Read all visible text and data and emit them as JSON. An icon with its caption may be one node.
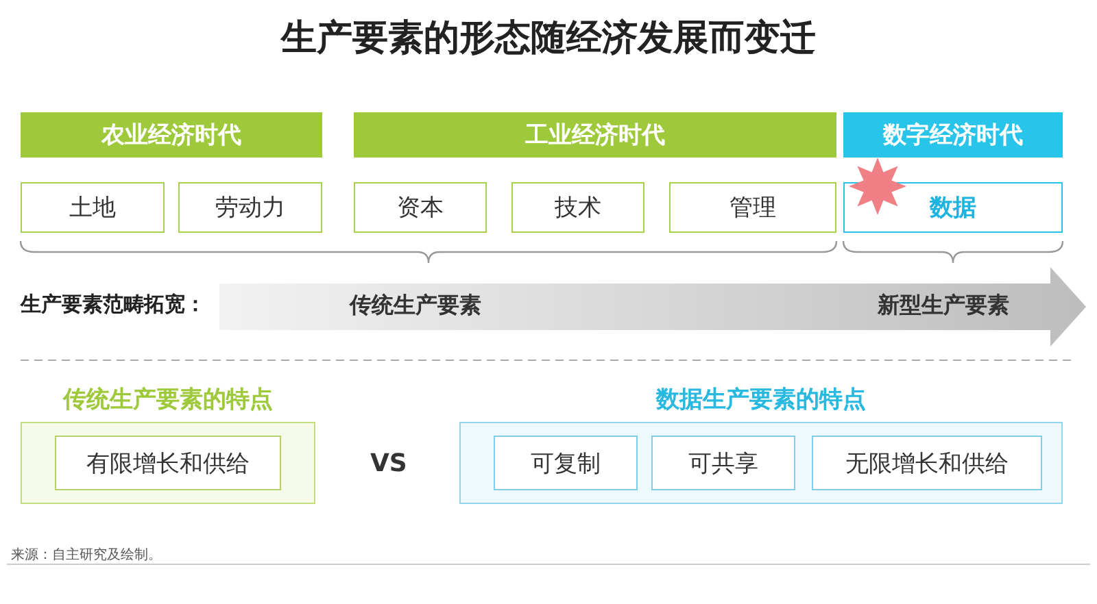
{
  "diagram": {
    "title": "生产要素的形态随经济发展而变迁",
    "nodes": [
      {
        "text": [
          "农业经济时代"
        ]
      },
      {
        "text": [
          "工业经济时代"
        ]
      },
      {
        "text": [
          "数字经济时代"
        ]
      },
      {
        "text": [
          "土地"
        ]
      },
      {
        "text": [
          "劳动力"
        ]
      },
      {
        "text": [
          "资本"
        ]
      },
      {
        "text": [
          "技术"
        ]
      },
      {
        "text": [
          "管理"
        ]
      },
      {
        "text": [
          "数据"
        ]
      },
      {
        "text": [
          "传统生产要素",
          "新型生产要素"
        ]
      },
      {
        "text": [
          "传统生产要素的特点"
        ]
      },
      {
        "text": [
          "有限增长和供给"
        ],
        "in": 10
      },
      {
        "text": [
          "数据生产要素的特点"
        ]
      },
      {
        "text": [
          "可复制"
        ],
        "in": 12
      },
      {
        "text": [
          "可共享"
        ],
        "in": 12
      },
      {
        "text": [
          "无限增长和供给"
        ],
        "in": 12
      }
    ],
    "edges": [],
    "labels": [
      "生产要素范畴拓宽：",
      "VS",
      "来源：自主研究及绘制。"
    ]
  }
}
